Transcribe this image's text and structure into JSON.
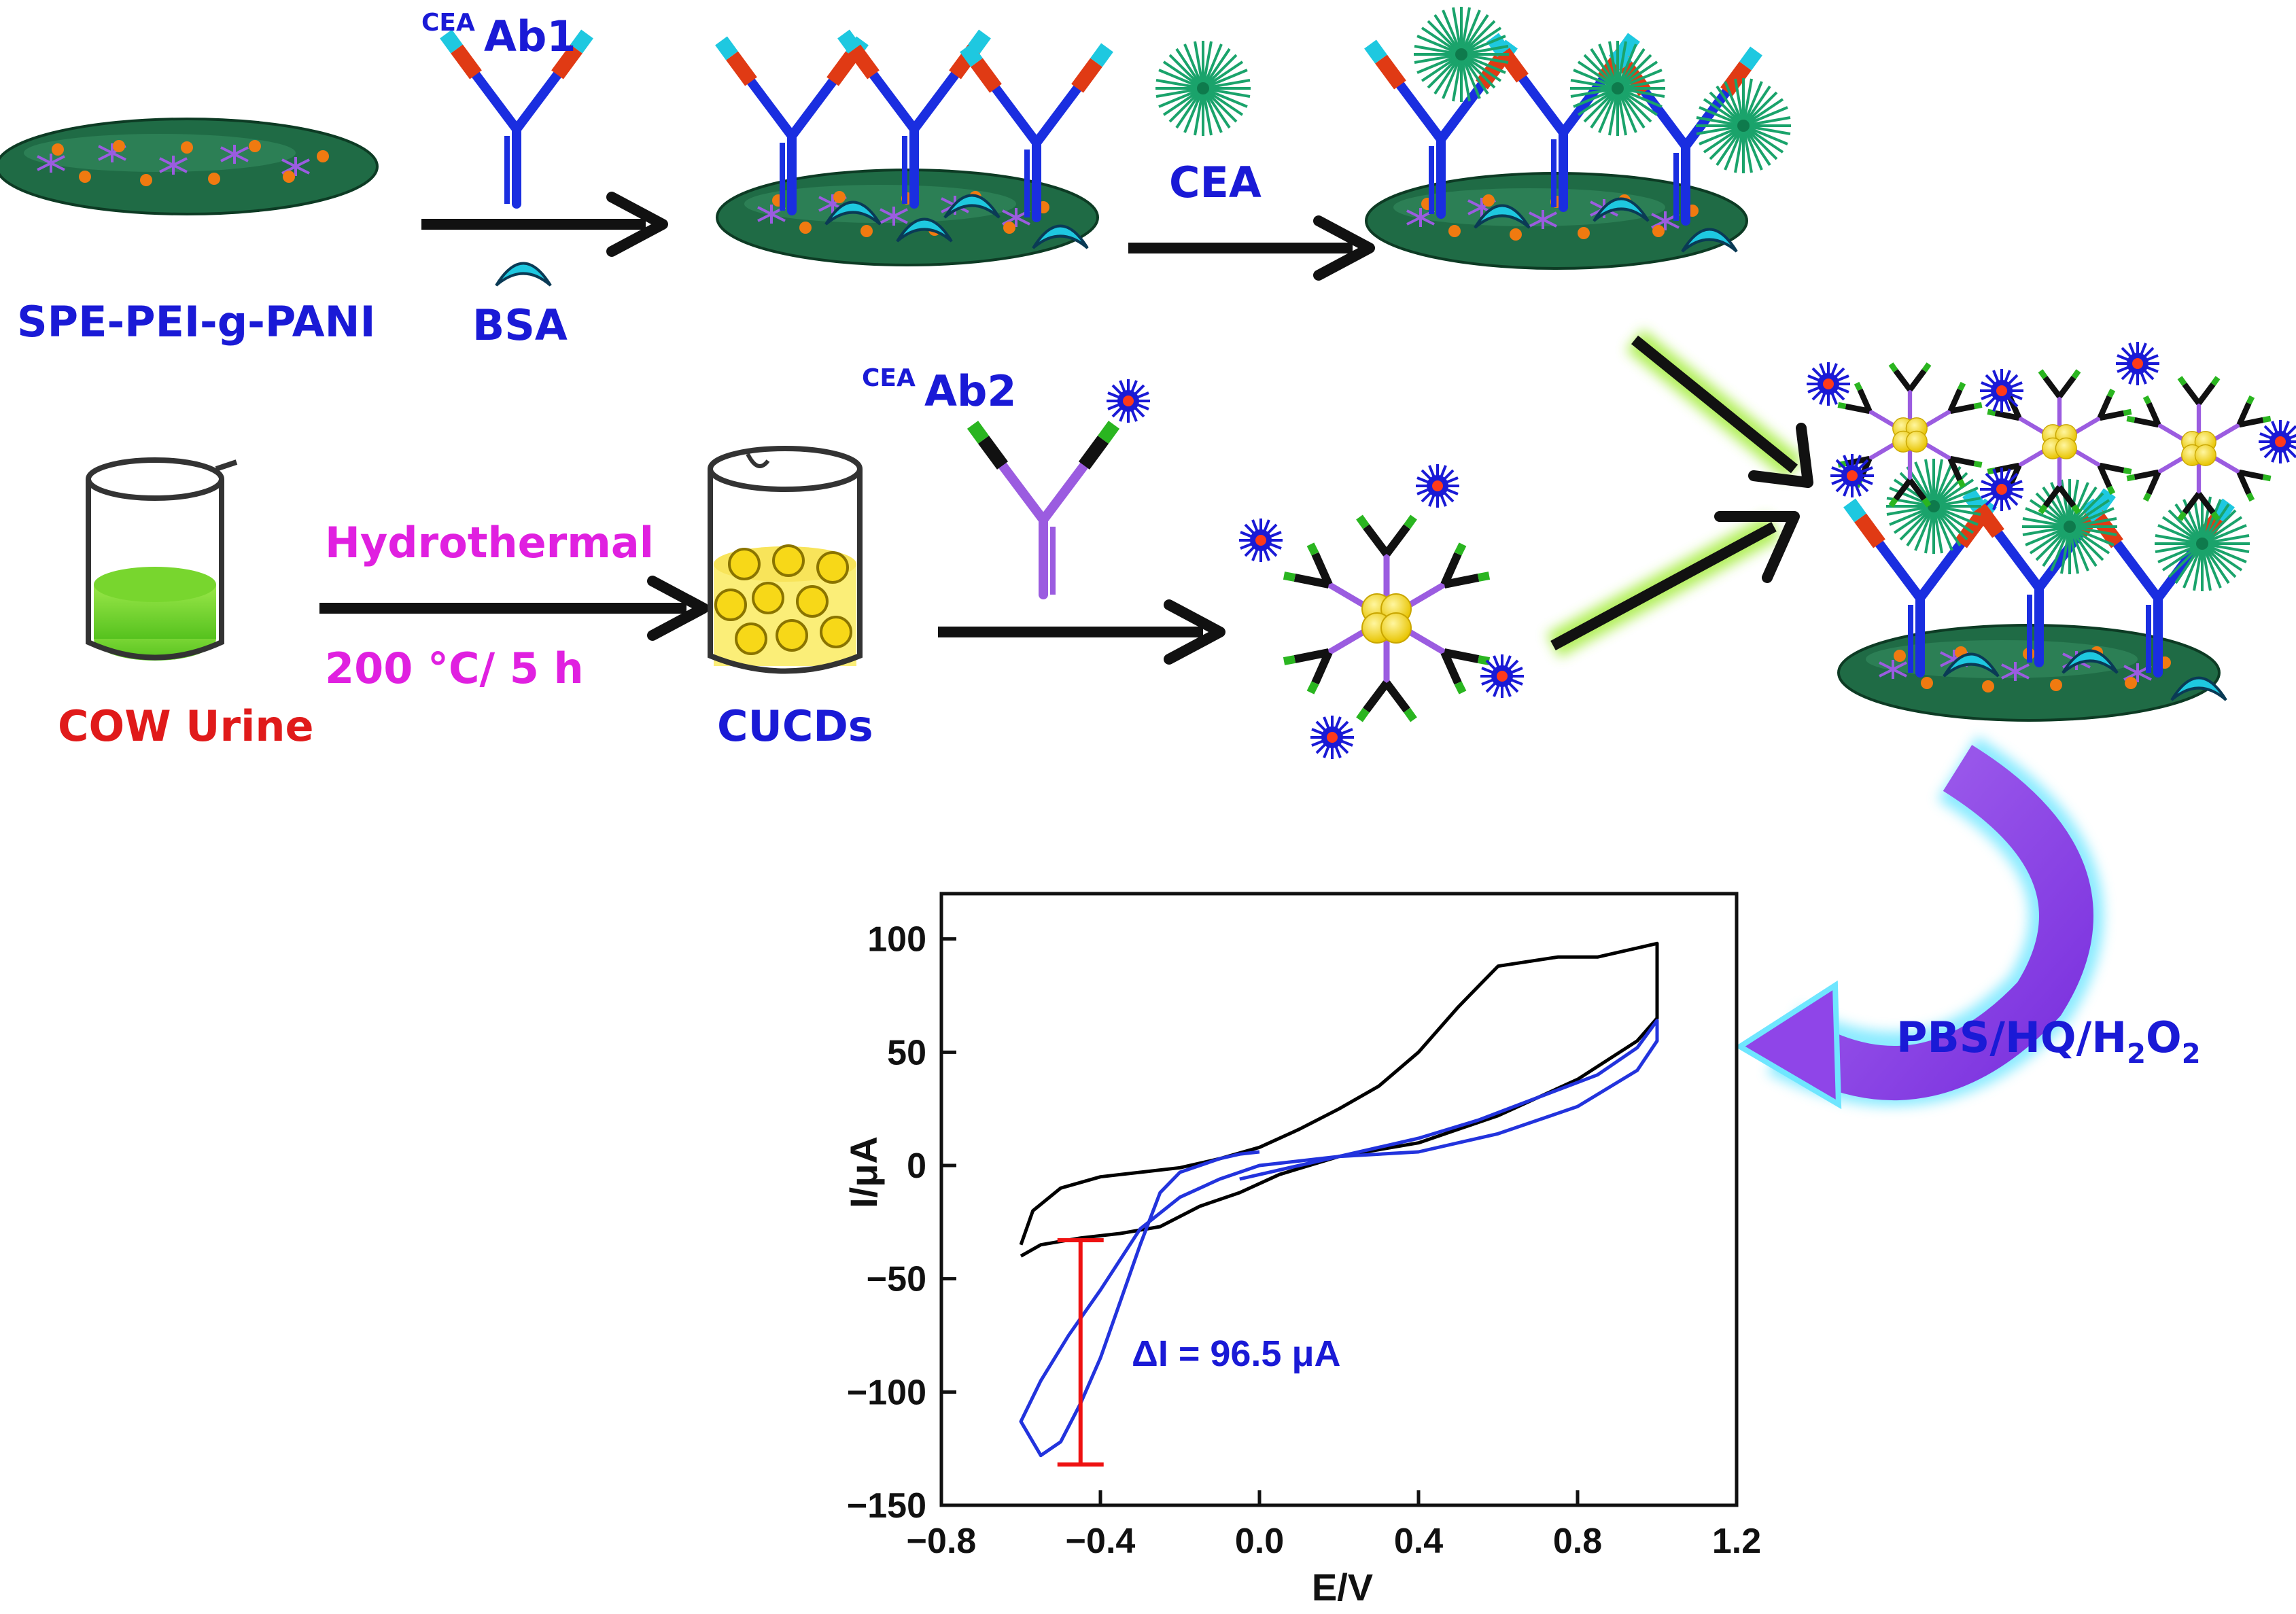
{
  "labels": {
    "spe": "SPE-PEI-g-PANI",
    "ab1_sup": "CEA",
    "ab1": "Ab1",
    "bsa": "BSA",
    "cea": "CEA",
    "ab2_sup": "CEA",
    "ab2": "Ab2",
    "hydrothermal": "Hydrothermal",
    "condition": "200 °C/ 5 h",
    "cow_urine": "COW Urine",
    "cucds": "CUCDs",
    "pbs_main": "PBS/HQ/H",
    "pbs_sub1": "2",
    "pbs_o": "O",
    "pbs_sub2": "2"
  },
  "colors": {
    "blue_label": "#1a1ad6",
    "magenta_label": "#e020e0",
    "red_label": "#e01a1a",
    "electrode": "#1f6b45",
    "antibody_blue": "#1a2ee0",
    "antibody_purple": "#9b5ce0",
    "cea_green": "#1aa36b",
    "carbon_dot": "#f2d21a",
    "curve_black": "#000000",
    "curve_blue": "#2233dd",
    "delta_red": "#ee1111",
    "big_arrow": "#8f45e8"
  },
  "chart_data": {
    "type": "line",
    "xlabel": "E/V",
    "ylabel": "I/μA",
    "xlim": [
      -0.8,
      1.2
    ],
    "ylim": [
      -150,
      120
    ],
    "xticks": [
      "−0.8",
      "−0.4",
      "0.0",
      "0.4",
      "0.8",
      "1.2"
    ],
    "xtick_values": [
      -0.8,
      -0.4,
      0.0,
      0.4,
      0.8,
      1.2
    ],
    "yticks": [
      "100",
      "50",
      "0",
      "−50",
      "−100",
      "−150"
    ],
    "ytick_values": [
      100,
      50,
      0,
      -50,
      -100,
      -150
    ],
    "annotation": "ΔI = 96.5 μA",
    "delta_marker": {
      "x": -0.45,
      "y_top": -33,
      "y_bottom": -132
    },
    "series": [
      {
        "color": "#000000",
        "points": [
          [
            -0.6,
            -40
          ],
          [
            -0.55,
            -35
          ],
          [
            -0.45,
            -32
          ],
          [
            -0.35,
            -30
          ],
          [
            -0.25,
            -27
          ],
          [
            -0.15,
            -18
          ],
          [
            -0.05,
            -12
          ],
          [
            0.05,
            -4
          ],
          [
            0.2,
            4
          ],
          [
            0.4,
            10
          ],
          [
            0.6,
            22
          ],
          [
            0.8,
            38
          ],
          [
            0.95,
            55
          ],
          [
            1.0,
            65
          ],
          [
            1.0,
            98
          ],
          [
            0.95,
            96
          ],
          [
            0.85,
            92
          ],
          [
            0.75,
            92
          ],
          [
            0.6,
            88
          ],
          [
            0.5,
            70
          ],
          [
            0.4,
            50
          ],
          [
            0.3,
            35
          ],
          [
            0.2,
            25
          ],
          [
            0.1,
            16
          ],
          [
            0.0,
            8
          ],
          [
            -0.1,
            3
          ],
          [
            -0.2,
            -1
          ],
          [
            -0.3,
            -3
          ],
          [
            -0.4,
            -5
          ],
          [
            -0.5,
            -10
          ],
          [
            -0.57,
            -20
          ],
          [
            -0.6,
            -35
          ]
        ]
      },
      {
        "color": "#2233dd",
        "points": [
          [
            0.0,
            6
          ],
          [
            -0.05,
            5
          ],
          [
            -0.1,
            3
          ],
          [
            -0.15,
            0
          ],
          [
            -0.2,
            -3
          ],
          [
            -0.25,
            -12
          ],
          [
            -0.3,
            -35
          ],
          [
            -0.35,
            -60
          ],
          [
            -0.4,
            -85
          ],
          [
            -0.45,
            -105
          ],
          [
            -0.5,
            -122
          ],
          [
            -0.55,
            -128
          ],
          [
            -0.6,
            -113
          ],
          [
            -0.55,
            -95
          ],
          [
            -0.48,
            -75
          ],
          [
            -0.4,
            -55
          ],
          [
            -0.3,
            -28
          ],
          [
            -0.2,
            -14
          ],
          [
            -0.1,
            -6
          ],
          [
            0.0,
            0
          ],
          [
            0.2,
            4
          ],
          [
            0.4,
            6
          ],
          [
            0.6,
            14
          ],
          [
            0.8,
            26
          ],
          [
            0.95,
            42
          ],
          [
            1.0,
            55
          ],
          [
            1.0,
            64
          ],
          [
            0.95,
            52
          ],
          [
            0.85,
            40
          ],
          [
            0.7,
            30
          ],
          [
            0.55,
            20
          ],
          [
            0.4,
            12
          ],
          [
            0.3,
            8
          ],
          [
            0.2,
            4
          ],
          [
            0.1,
            0
          ],
          [
            0.0,
            -4
          ],
          [
            -0.05,
            -6
          ]
        ]
      }
    ]
  }
}
